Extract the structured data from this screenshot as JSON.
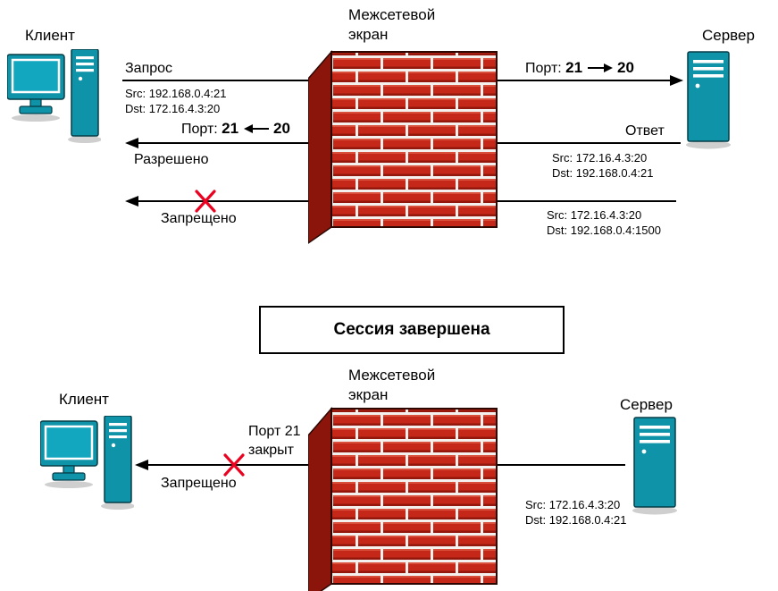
{
  "colors": {
    "device_teal": "#0e93a9",
    "brick_red": "#c52819",
    "brick_side": "#8c150b",
    "mortar_white": "#f4f0ee",
    "arrow_black": "#000000",
    "cross_red": "#ea0220"
  },
  "top": {
    "client_label": "Клиент",
    "server_label": "Сервер",
    "firewall_label": {
      "line1": "Межсетевой",
      "line2": "экран"
    },
    "request": {
      "label": "Запрос",
      "src": "Src: 192.168.0.4:21",
      "dst": "Dst: 172.16.4.3:20",
      "port_prefix": "Порт:",
      "port_from": "21",
      "port_to": "20"
    },
    "response": {
      "label": "Ответ",
      "src": "Src: 172.16.4.3:20",
      "dst": "Dst: 192.168.0.4:21",
      "port_prefix": "Порт:",
      "port_from": "21",
      "port_to": "20",
      "verdict": "Разрешено"
    },
    "blocked": {
      "src": "Src: 172.16.4.3:20",
      "dst": "Dst: 192.168.0.4:1500",
      "verdict": "Запрещено"
    }
  },
  "banner": {
    "label": "Сессия завершена"
  },
  "bottom": {
    "client_label": "Клиент",
    "server_label": "Сервер",
    "firewall_label": {
      "line1": "Межсетевой",
      "line2": "экран"
    },
    "closed_port": {
      "line1": "Порт 21",
      "line2": "закрыт"
    },
    "verdict": "Запрещено",
    "src": "Src: 172.16.4.3:20",
    "dst": "Dst: 192.168.0.4:21"
  }
}
